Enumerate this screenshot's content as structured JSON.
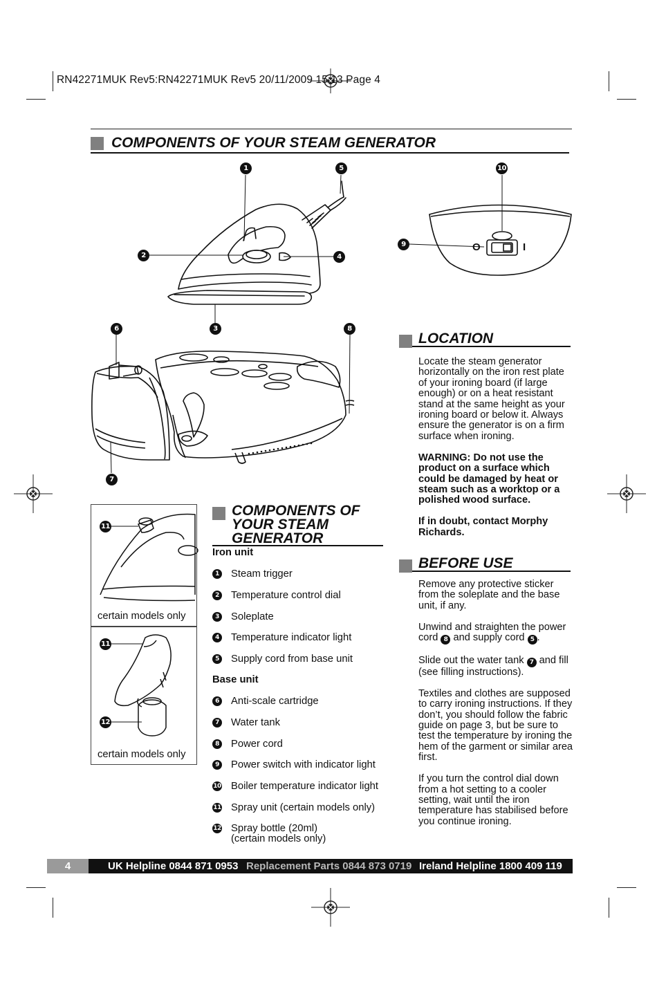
{
  "header": {
    "slug": "RN42271MUK Rev5:RN42271MUK Rev5  20/11/2009  15:13  Page 4"
  },
  "main_title": "COMPONENTS OF YOUR STEAM GENERATOR",
  "diagram_callouts": [
    "1",
    "5",
    "10",
    "2",
    "4",
    "9",
    "6",
    "3",
    "8",
    "7",
    "11",
    "12"
  ],
  "switch_labels": {
    "off": "O",
    "on": "I"
  },
  "inset_captions": [
    "certain models only",
    "certain models only"
  ],
  "components": {
    "title": "COMPONENTS OF YOUR STEAM GENERATOR",
    "title_lines": [
      "COMPONENTS OF",
      "YOUR STEAM",
      "GENERATOR"
    ],
    "iron_unit_heading": "Iron unit",
    "iron_unit": [
      {
        "n": "1",
        "label": "Steam trigger"
      },
      {
        "n": "2",
        "label": "Temperature control dial"
      },
      {
        "n": "3",
        "label": "Soleplate"
      },
      {
        "n": "4",
        "label": "Temperature indicator light"
      },
      {
        "n": "5",
        "label": "Supply cord from base unit"
      }
    ],
    "base_unit_heading": "Base unit",
    "base_unit": [
      {
        "n": "6",
        "label": "Anti-scale cartridge"
      },
      {
        "n": "7",
        "label": "Water tank"
      },
      {
        "n": "8",
        "label": "Power cord"
      },
      {
        "n": "9",
        "label": "Power switch with indicator light"
      },
      {
        "n": "10",
        "label": "Boiler temperature indicator light"
      },
      {
        "n": "11",
        "label": "Spray unit (certain models only)"
      },
      {
        "n": "12",
        "label": "Spray bottle (20ml)",
        "label2": "(certain models only)"
      }
    ]
  },
  "location": {
    "title": "LOCATION",
    "p1": "Locate the steam generator horizontally on the iron rest plate of your ironing board (if large enough) or on a heat resistant stand at the same height as your ironing board or below it. Always ensure the generator is on a firm surface when ironing.",
    "warning": "WARNING: Do not use the product on a surface which could be damaged by heat or steam such as a worktop or a polished wood surface.",
    "doubt": "If in doubt, contact Morphy Richards."
  },
  "before_use": {
    "title": "BEFORE USE",
    "p1": "Remove any protective sticker from the soleplate and the base unit, if any.",
    "p2a": "Unwind and straighten the power cord",
    "p2_n1": "8",
    "p2b": "and supply cord",
    "p2_n2": "5",
    "p2c": ".",
    "p3a": "Slide out the water tank",
    "p3_n": "7",
    "p3b": "and fill (see filling instructions).",
    "p4": "Textiles and clothes are supposed to carry ironing instructions. If they don’t, you should follow the fabric guide on page 3, but be sure to test the temperature by ironing the hem of the garment or similar area first.",
    "p5": "If you turn the control dial down from a hot setting to a cooler setting, wait until the iron temperature has stabilised before you continue ironing."
  },
  "footer": {
    "page": "4",
    "uk": "UK Helpline 0844 871 0953",
    "parts": "Replacement Parts 0844 873 0719",
    "ireland": "Ireland Helpline 1800 409 119"
  }
}
